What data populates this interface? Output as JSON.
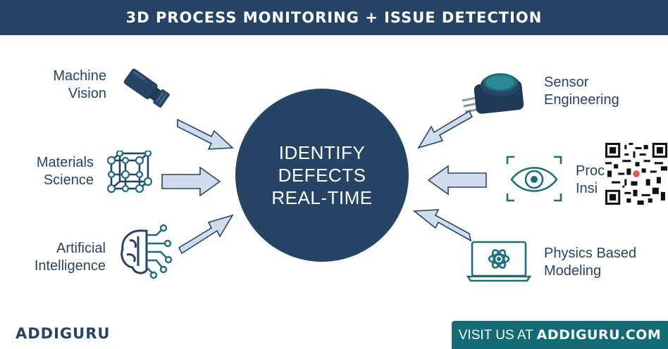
{
  "header": {
    "title": "3D PROCESS MONITORING + ISSUE DETECTION"
  },
  "center": {
    "lines": [
      "IDENTIFY",
      "DEFECTS",
      "REAL-TIME"
    ]
  },
  "inputs": [
    {
      "id": "machine-vision",
      "lines": [
        "Machine",
        "Vision"
      ],
      "icon": "camera-icon"
    },
    {
      "id": "materials-science",
      "lines": [
        "Materials",
        "Science"
      ],
      "icon": "lattice-icon"
    },
    {
      "id": "artificial-intelligence",
      "lines": [
        "Artificial",
        "Intelligence"
      ],
      "icon": "brain-circuit-icon"
    },
    {
      "id": "sensor-engineering",
      "lines": [
        "Sensor",
        "Engineering"
      ],
      "icon": "sensor-chip-icon"
    },
    {
      "id": "process-insights",
      "lines": [
        "Proc",
        "Insi"
      ],
      "icon": "eye-scan-icon"
    },
    {
      "id": "physics-based-modeling",
      "lines": [
        "Physics Based",
        "Modeling"
      ],
      "icon": "laptop-atom-icon"
    }
  ],
  "footer": {
    "brand": "ADDIGURU",
    "cta_prefix": "VISIT US AT ",
    "cta_site": "ADDIGURU.COM"
  },
  "colors": {
    "navy": "#264466",
    "arrow_fill": "#cfdcee",
    "arrow_stroke": "#264466",
    "teal": "#136b75",
    "icon_teal": "#1b6f7d"
  }
}
